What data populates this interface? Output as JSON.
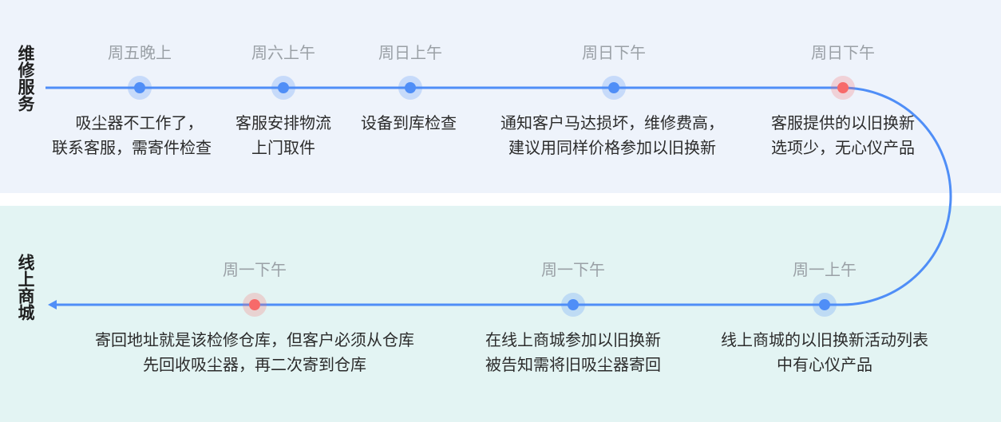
{
  "sections": {
    "top_label": "维修服务",
    "bottom_label": "线上商城"
  },
  "colors": {
    "line": "#4f8ef7",
    "dot_normal": "#4f8ef7",
    "dot_alert": "#f76a6a",
    "band_top": "#eef3fb",
    "band_bottom": "#e3f4f3"
  },
  "top_events": [
    {
      "time": "周五晚上",
      "text": "   吸尘器不工作了，\n联系客服，需寄件检查",
      "status": "normal"
    },
    {
      "time": "周六上午",
      "text": "客服安排物流\n上门取件",
      "status": "normal"
    },
    {
      "time": "周日上午",
      "text": "设备到库检查",
      "status": "normal"
    },
    {
      "time": "周日下午",
      "text": "通知客户马达损坏，维修费高，\n建议用同样价格参加以旧换新",
      "status": "normal"
    },
    {
      "time": "周日下午",
      "text": "客服提供的以旧换新\n选项少，无心仪产品",
      "status": "alert"
    }
  ],
  "bottom_events": [
    {
      "time": "周一下午",
      "text": "寄回地址就是该检修仓库，但客户必须从仓库\n先回收吸尘器，再二次寄到仓库",
      "status": "alert"
    },
    {
      "time": "周一下午",
      "text": "在线上商城参加以旧换新\n被告知需将旧吸尘器寄回",
      "status": "normal"
    },
    {
      "time": "周一上午",
      "text": "线上商城的以旧换新活动列表\n中有心仪产品",
      "status": "normal"
    }
  ]
}
